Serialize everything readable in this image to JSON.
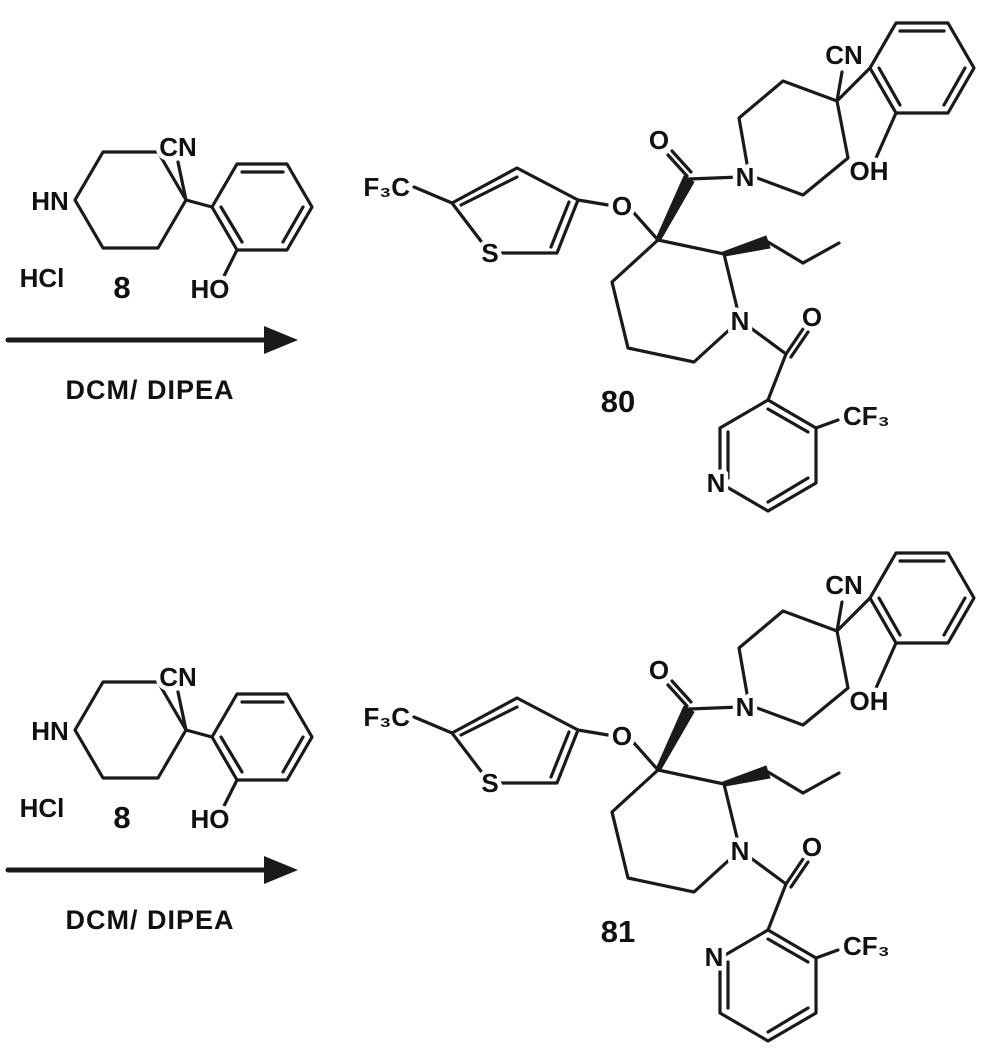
{
  "page": {
    "background_color": "#ffffff",
    "ink_color": "#1a1a1a",
    "description": "Two-step chemical reaction scheme"
  },
  "reactions": [
    {
      "reactant": {
        "hn": "HN",
        "cn": "CN",
        "hcl": "HCl",
        "number": "8",
        "ho": "HO"
      },
      "conditions": "DCM/ DIPEA",
      "product": {
        "number": "80",
        "f3c": "F₃C",
        "s": "S",
        "o_ether": "O",
        "o_amide": "O",
        "n_amide": "N",
        "cn": "CN",
        "oh": "OH",
        "n_ring": "N",
        "o_acyl": "O",
        "n_pyridine": "N",
        "cf3": "CF₃"
      }
    },
    {
      "reactant": {
        "hn": "HN",
        "cn": "CN",
        "hcl": "HCl",
        "number": "8",
        "ho": "HO"
      },
      "conditions": "DCM/ DIPEA",
      "product": {
        "number": "81",
        "f3c": "F₃C",
        "s": "S",
        "o_ether": "O",
        "o_amide": "O",
        "n_amide": "N",
        "cn": "CN",
        "oh": "OH",
        "n_ring": "N",
        "o_acyl": "O",
        "n_pyridine": "N",
        "cf3": "CF₃"
      }
    }
  ]
}
